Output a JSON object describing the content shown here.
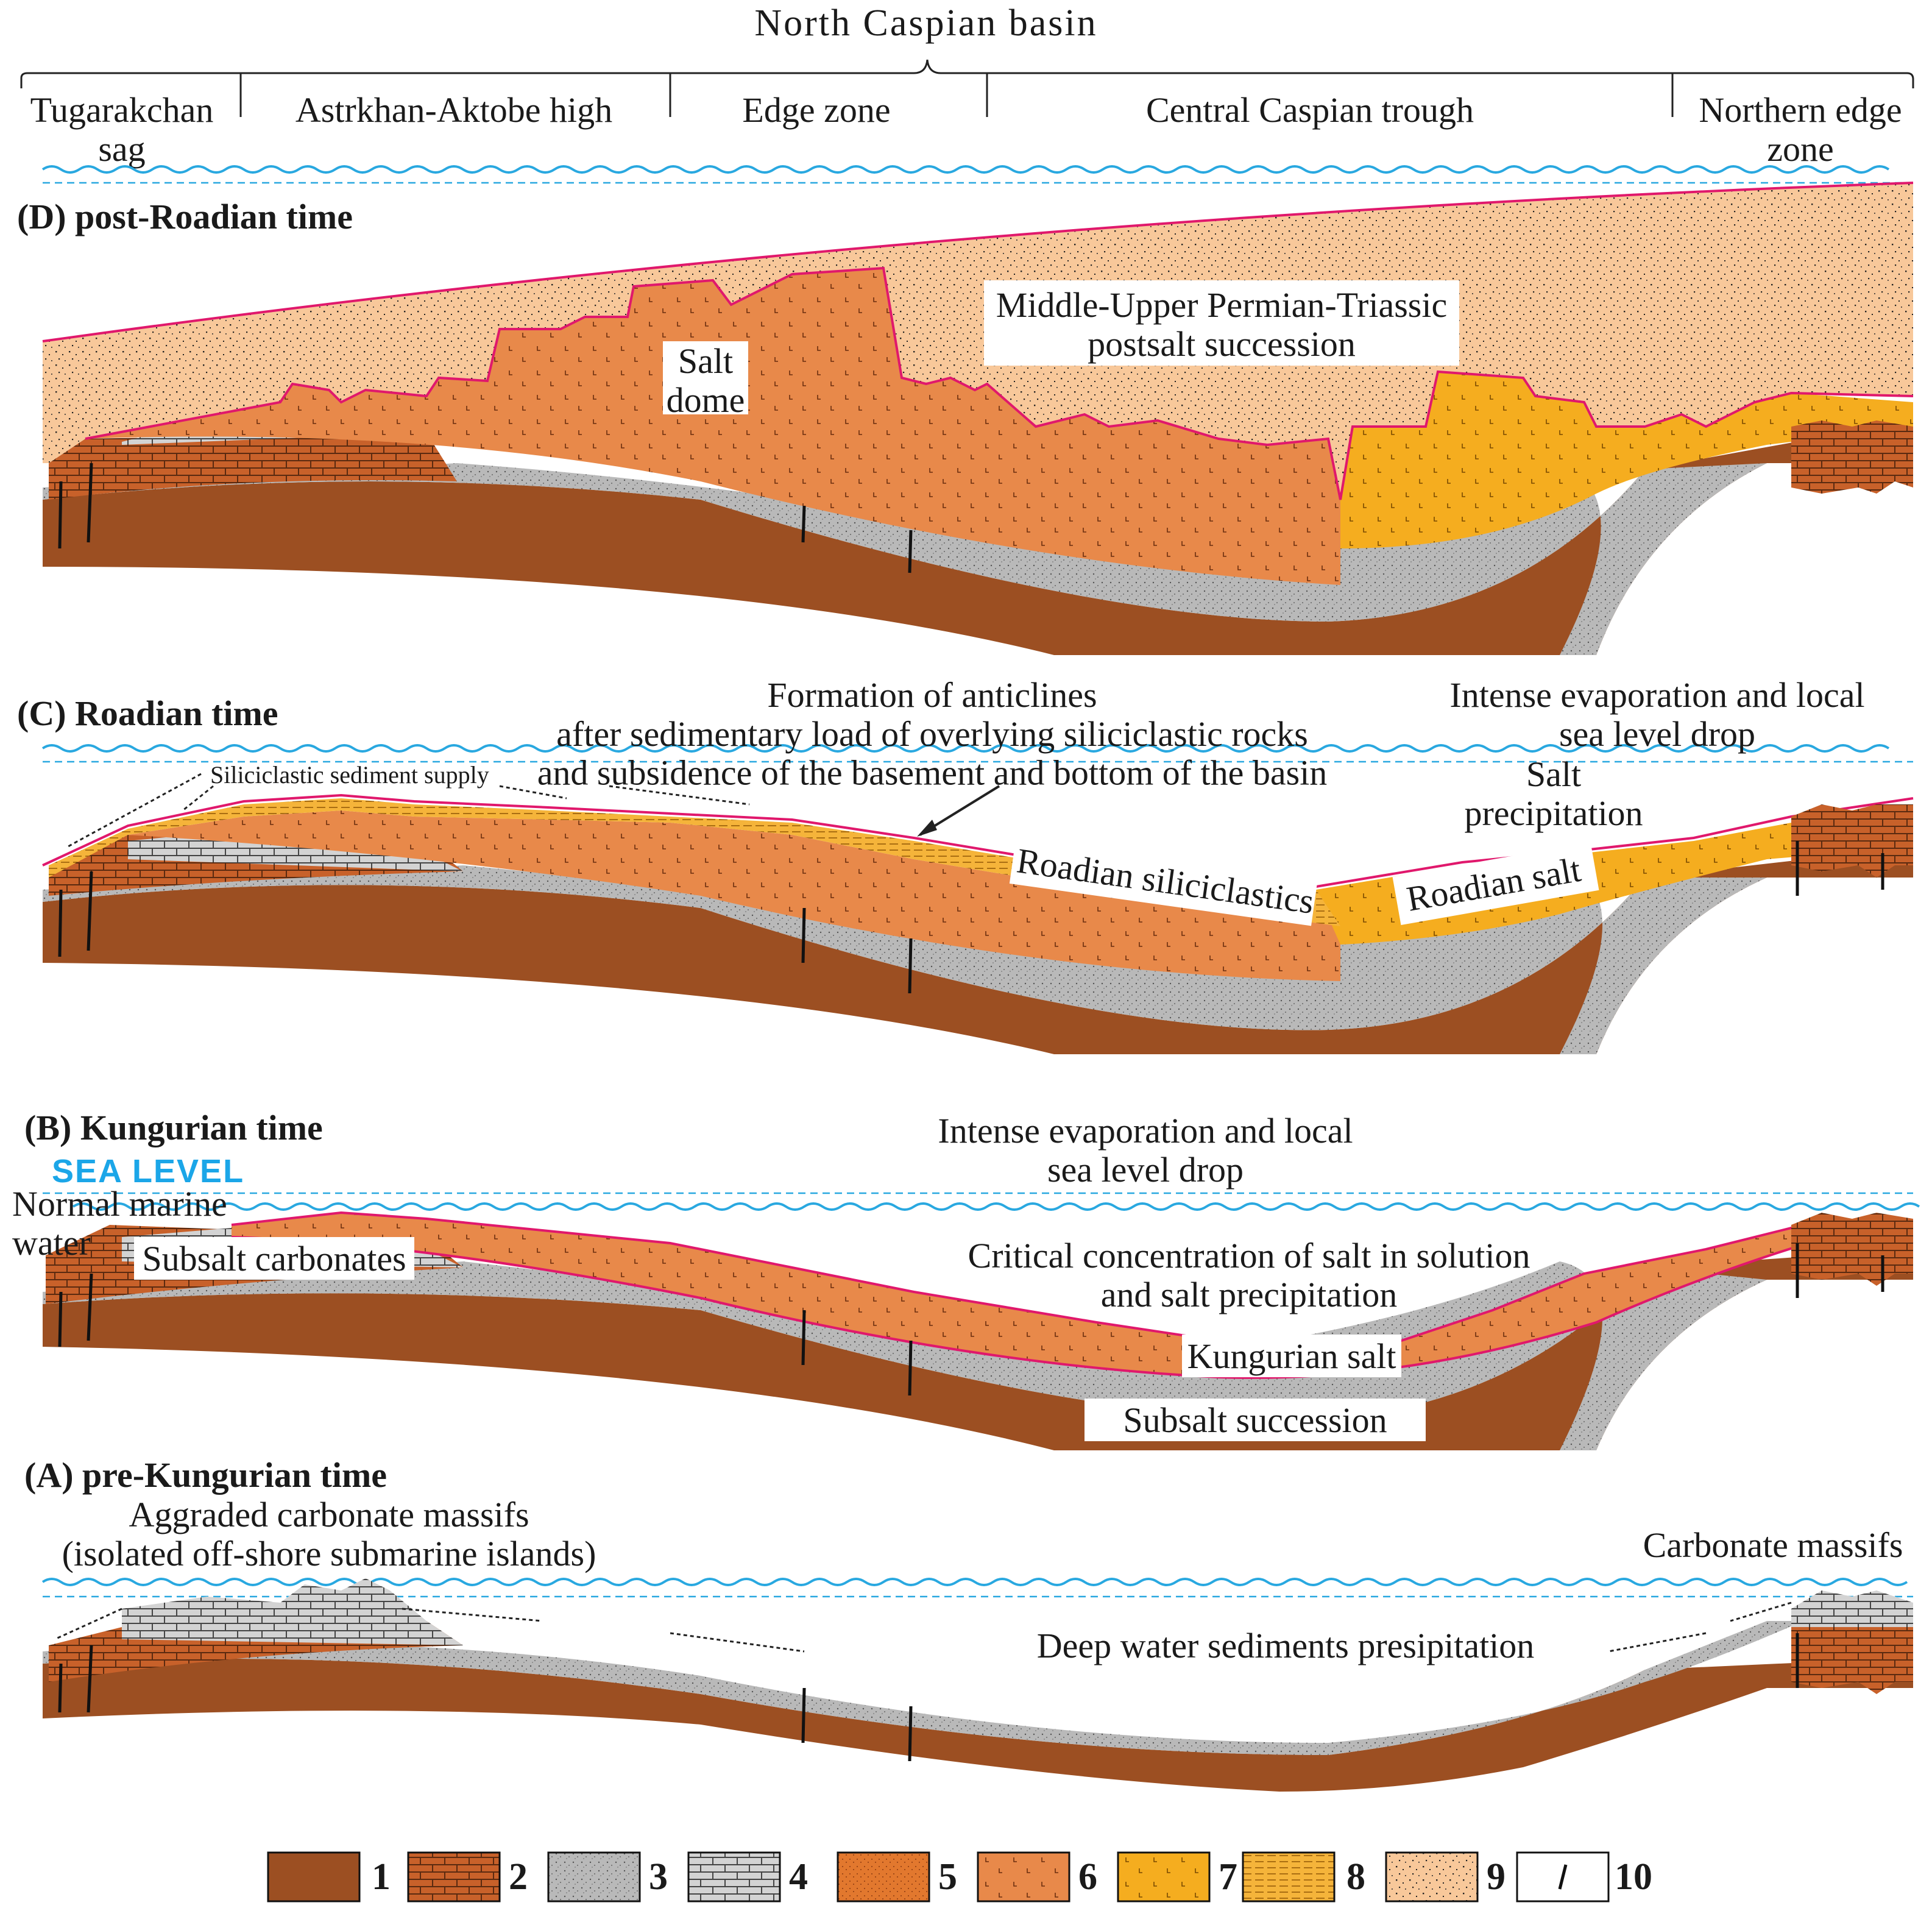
{
  "header": {
    "basin_title": "North Caspian basin",
    "zones": [
      "Tugarakchan\nsag",
      "Astrkhan-Aktobe high",
      "Edge zone",
      "Central Caspian trough",
      "Northern edge\nzone"
    ]
  },
  "panels": {
    "d": {
      "title": "(D) post-Roadian time",
      "labels": {
        "postsalt": "Middle-Upper Permian-Triassic\npostsalt succession",
        "salt_dome": "Salt\ndome"
      }
    },
    "c": {
      "title": "(C) Roadian time",
      "labels": {
        "anticlines": "Formation of anticlines\nafter sedimentary load of overlying siliciclastic rocks\nand subsidence of the basement and bottom of the basin",
        "evaporation": "Intense evaporation and local\nsea level drop",
        "supply": "Siliciclastic sediment supply",
        "salt_precip": "Salt\nprecipitation",
        "roadian_silici": "Roadian siliciclastics",
        "roadian_salt": "Roadian salt"
      }
    },
    "b": {
      "title": "(B) Kungurian time",
      "labels": {
        "sea_level": "SEA  LEVEL",
        "evaporation": "Intense evaporation and local\nsea level drop",
        "normal_marine": "Normal marine\nwater",
        "subsalt_carb": "Subsalt carbonates",
        "critical": "Critical concentration of salt in solution\nand salt precipitation",
        "kungurian_salt": "Kungurian salt",
        "subsalt_succ": "Subsalt succession"
      }
    },
    "a": {
      "title": "(A) pre-Kungurian time",
      "labels": {
        "aggraded": "Aggraded carbonate massifs\n(isolated off-shore submarine islands)",
        "carb_massifs": "Carbonate massifs",
        "deep_water": "Deep water sediments presipitation"
      }
    }
  },
  "legend": {
    "items": [
      {
        "num": "1",
        "pattern": "basement"
      },
      {
        "num": "2",
        "pattern": "brick-brown"
      },
      {
        "num": "3",
        "pattern": "grey-dotted"
      },
      {
        "num": "4",
        "pattern": "grey-brick"
      },
      {
        "num": "5",
        "pattern": "orange-dotted"
      },
      {
        "num": "6",
        "pattern": "orange-salt"
      },
      {
        "num": "7",
        "pattern": "yellow-salt"
      },
      {
        "num": "8",
        "pattern": "yellow-striped"
      },
      {
        "num": "9",
        "pattern": "peach-dotted"
      },
      {
        "num": "10",
        "pattern": "fault"
      }
    ]
  },
  "colors": {
    "basement": "#9c4f22",
    "salt_orange": "#e8894a",
    "salt_yellow": "#f5ad1f",
    "postsalt": "#f8c89a",
    "grey": "#b8b8b8",
    "sea": "#29a8e0",
    "pink_line": "#e0186c"
  }
}
